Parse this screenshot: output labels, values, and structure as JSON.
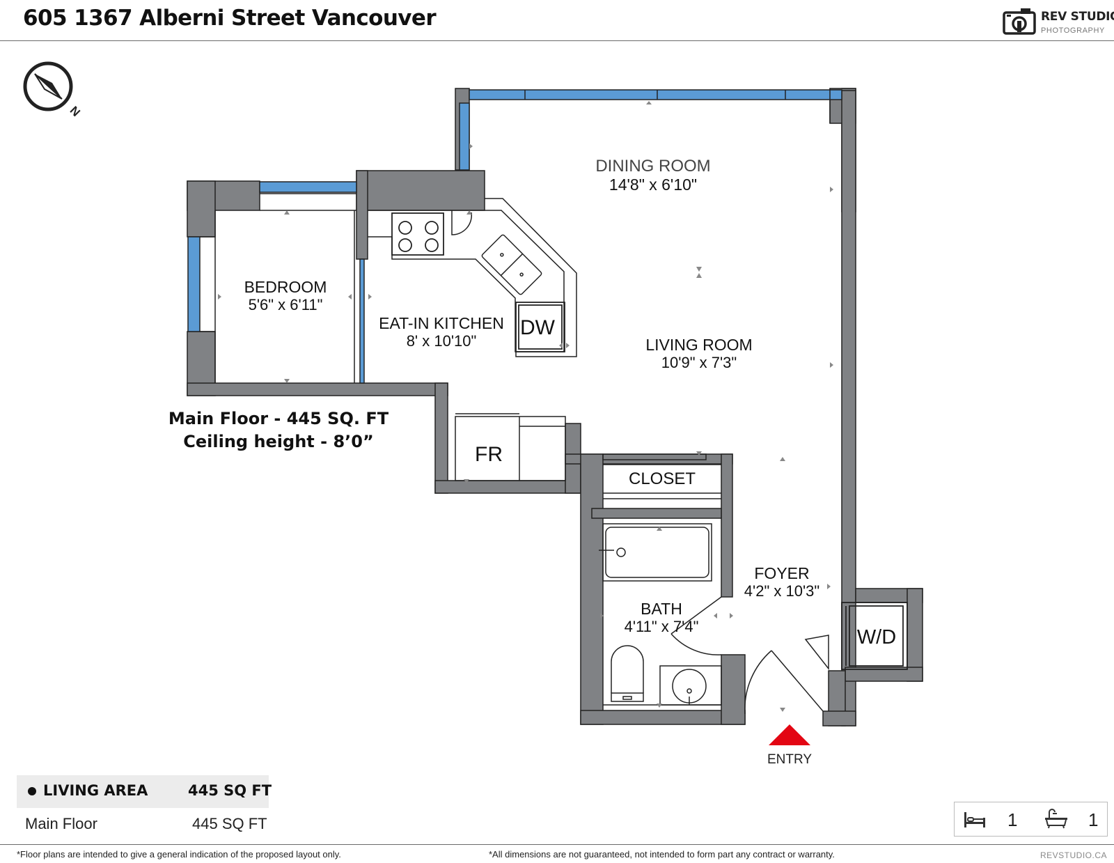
{
  "header": {
    "title": "605 1367 Alberni Street Vancouver",
    "logo_name": "REV STUDIO",
    "logo_sub": "PHOTOGRAPHY"
  },
  "compass": {
    "label": "N",
    "icon": "compass-icon"
  },
  "rooms": {
    "dining": {
      "name": "DINING ROOM",
      "dims": "14'8\" x 6'10\""
    },
    "bedroom": {
      "name": "BEDROOM",
      "dims": "5'6\" x 6'11\""
    },
    "kitchen": {
      "name": "EAT-IN KITCHEN",
      "dims": "8' x 10'10\""
    },
    "living": {
      "name": "LIVING ROOM",
      "dims": "10'9\" x 7'3\""
    },
    "foyer": {
      "name": "FOYER",
      "dims": "4'2\" x 10'3\""
    },
    "bath": {
      "name": "BATH",
      "dims": "4'11\" x 7'4\""
    },
    "closet": {
      "name": "CLOSET"
    }
  },
  "fixtures": {
    "dw": "DW",
    "fr": "FR",
    "wd": "W/D"
  },
  "entry_label": "ENTRY",
  "floor_info": {
    "line1": "Main Floor - 445 SQ. FT",
    "line2": "Ceiling height - 8’0”"
  },
  "living_area": {
    "header_label": "LIVING AREA",
    "header_value": "445 SQ FT",
    "rows": [
      {
        "label": "Main Floor",
        "value": "445 SQ FT"
      }
    ]
  },
  "counts": {
    "bedrooms": "1",
    "bathrooms": "1",
    "bed_icon": "bed-icon",
    "bath_icon": "bathtub-icon"
  },
  "footer": {
    "disclaimer_left": "*Floor plans are intended to give a general indication of the proposed layout only.",
    "disclaimer_right": "*All dimensions are not guaranteed, not intended to form part any contract or warranty.",
    "website": "REVSTUDIO.CA"
  },
  "colors": {
    "wall": "#808285",
    "window": "#5b9bd5",
    "entry_marker": "#e30613"
  }
}
